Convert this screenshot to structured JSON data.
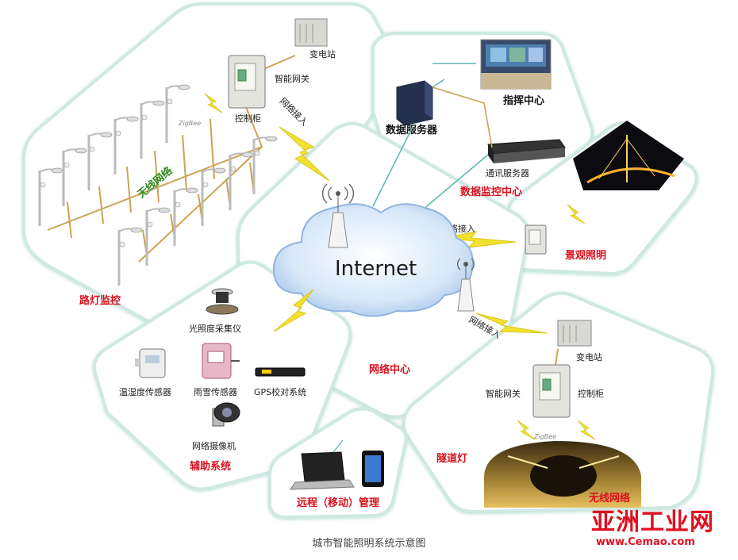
{
  "labels": {
    "substation_top": "变电站",
    "gateway_top": "智能网关",
    "cabinet_top": "控制柜",
    "network_access_1": "网络接入",
    "wireless_net_top": "无线网络",
    "street_light_monitor": "路灯监控",
    "command_center": "指挥中心",
    "data_server": "数据服务器",
    "comm_server": "通讯服务器",
    "data_monitor_center": "数据监控中心",
    "network_access_2": "网络接入",
    "landscape_lighting": "景观照明",
    "internet": "Internet",
    "network_access_3": "网络接入",
    "light_collector": "光照度采集仪",
    "temp_humidity_sensor": "温湿度传感器",
    "rain_snow_sensor": "雨雪传感器",
    "gps_system": "GPS校对系统",
    "network_camera": "网络摄像机",
    "aux_system": "辅助系统",
    "network_center": "网络中心",
    "substation_bottom": "变电站",
    "gateway_bottom": "智能网关",
    "cabinet_bottom": "控制柜",
    "tunnel_light": "隧道灯",
    "wireless_net_bottom": "无线网络",
    "remote_management": "远程（移动）管理"
  },
  "caption": "城市智能照明系统示意图",
  "watermark": {
    "title": "亚洲工业网",
    "url": "www.Cemao.com"
  },
  "colors": {
    "accent_red": "#d9121f",
    "accent_green": "#2f8a1e",
    "panel_border": "#cfe8e2",
    "cable": "#c9a455",
    "lightning": "#f2e230",
    "cloud": "#c9dff5"
  }
}
